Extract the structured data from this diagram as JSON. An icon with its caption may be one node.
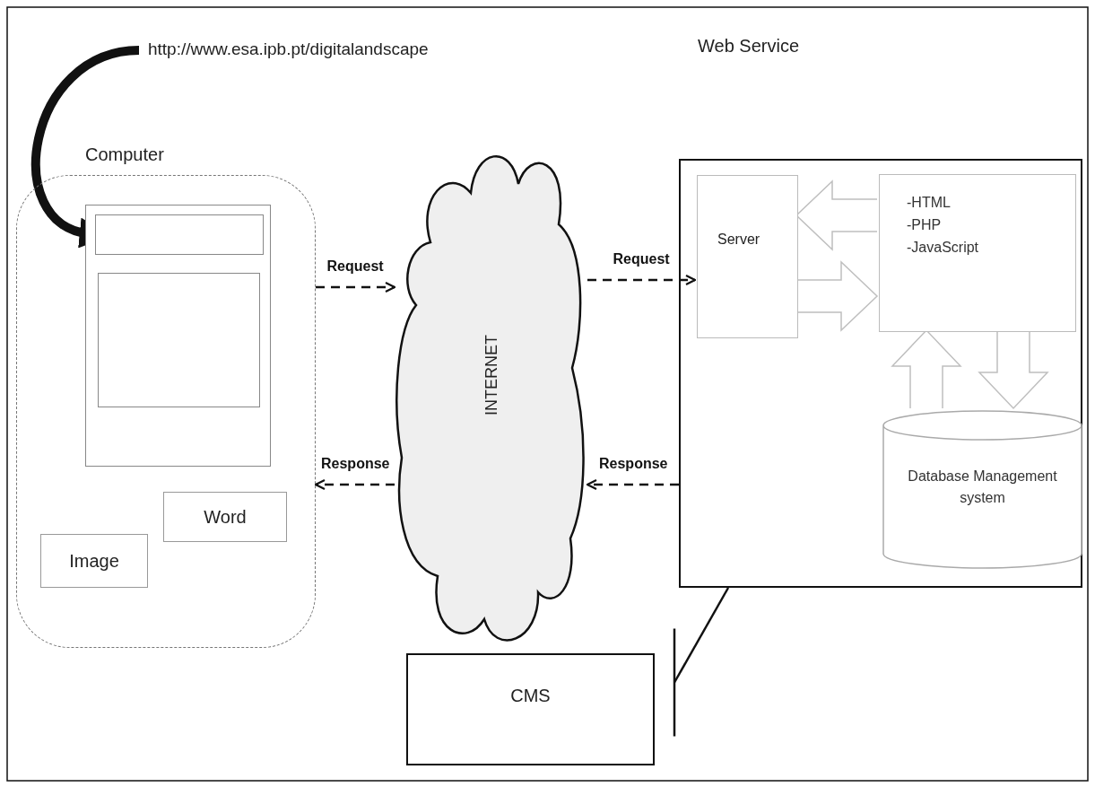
{
  "diagram": {
    "nodes": [
      {
        "text": [
          "http://www.esa.ipb.pt/digitalandscape"
        ]
      },
      {
        "text": [
          "Computer"
        ]
      },
      {
        "text": [],
        "shape": "box",
        "in": 1
      },
      {
        "text": [],
        "shape": "box",
        "in": 2
      },
      {
        "text": [],
        "shape": "box",
        "in": 2
      },
      {
        "text": [
          "Word"
        ],
        "in": 1
      },
      {
        "text": [
          "Image"
        ],
        "in": 1
      },
      {
        "text": [
          "INTERNET"
        ]
      },
      {
        "text": [],
        "shape": "box"
      },
      {
        "text": [
          "Server"
        ],
        "in": 8
      },
      {
        "text": [
          "-HTML",
          "-PHP",
          "-JavaScript"
        ],
        "in": 8
      },
      {
        "text": [
          "Database Management system"
        ],
        "in": 8
      },
      {
        "text": [
          "CMS"
        ]
      }
    ],
    "edges": [
      {
        "from": 0,
        "to": 3,
        "arrow": "to",
        "style": "thick"
      },
      {
        "from": 1,
        "to": 7,
        "arrow": "to",
        "style": "dashed",
        "label": "Request"
      },
      {
        "from": 7,
        "to": 9,
        "arrow": "to",
        "style": "dashed",
        "label": "Request"
      },
      {
        "from": 8,
        "to": 7,
        "arrow": "to",
        "style": "dashed",
        "label": "Response"
      },
      {
        "from": 7,
        "to": 1,
        "arrow": "to",
        "style": "dashed",
        "label": "Response"
      },
      {
        "from": 10,
        "to": 9,
        "arrow": "to",
        "style": "thick",
        "color": "#bfbfbf"
      },
      {
        "from": 9,
        "to": 10,
        "arrow": "to",
        "style": "thick",
        "color": "#bfbfbf"
      },
      {
        "from": 11,
        "to": 10,
        "arrow": "to",
        "style": "thick",
        "color": "#bfbfbf"
      },
      {
        "from": 10,
        "to": 11,
        "arrow": "to",
        "style": "thick",
        "color": "#bfbfbf"
      },
      {
        "from": 12,
        "to": 8,
        "arrow": "other"
      }
    ],
    "labels": [
      "Web Service"
    ]
  }
}
